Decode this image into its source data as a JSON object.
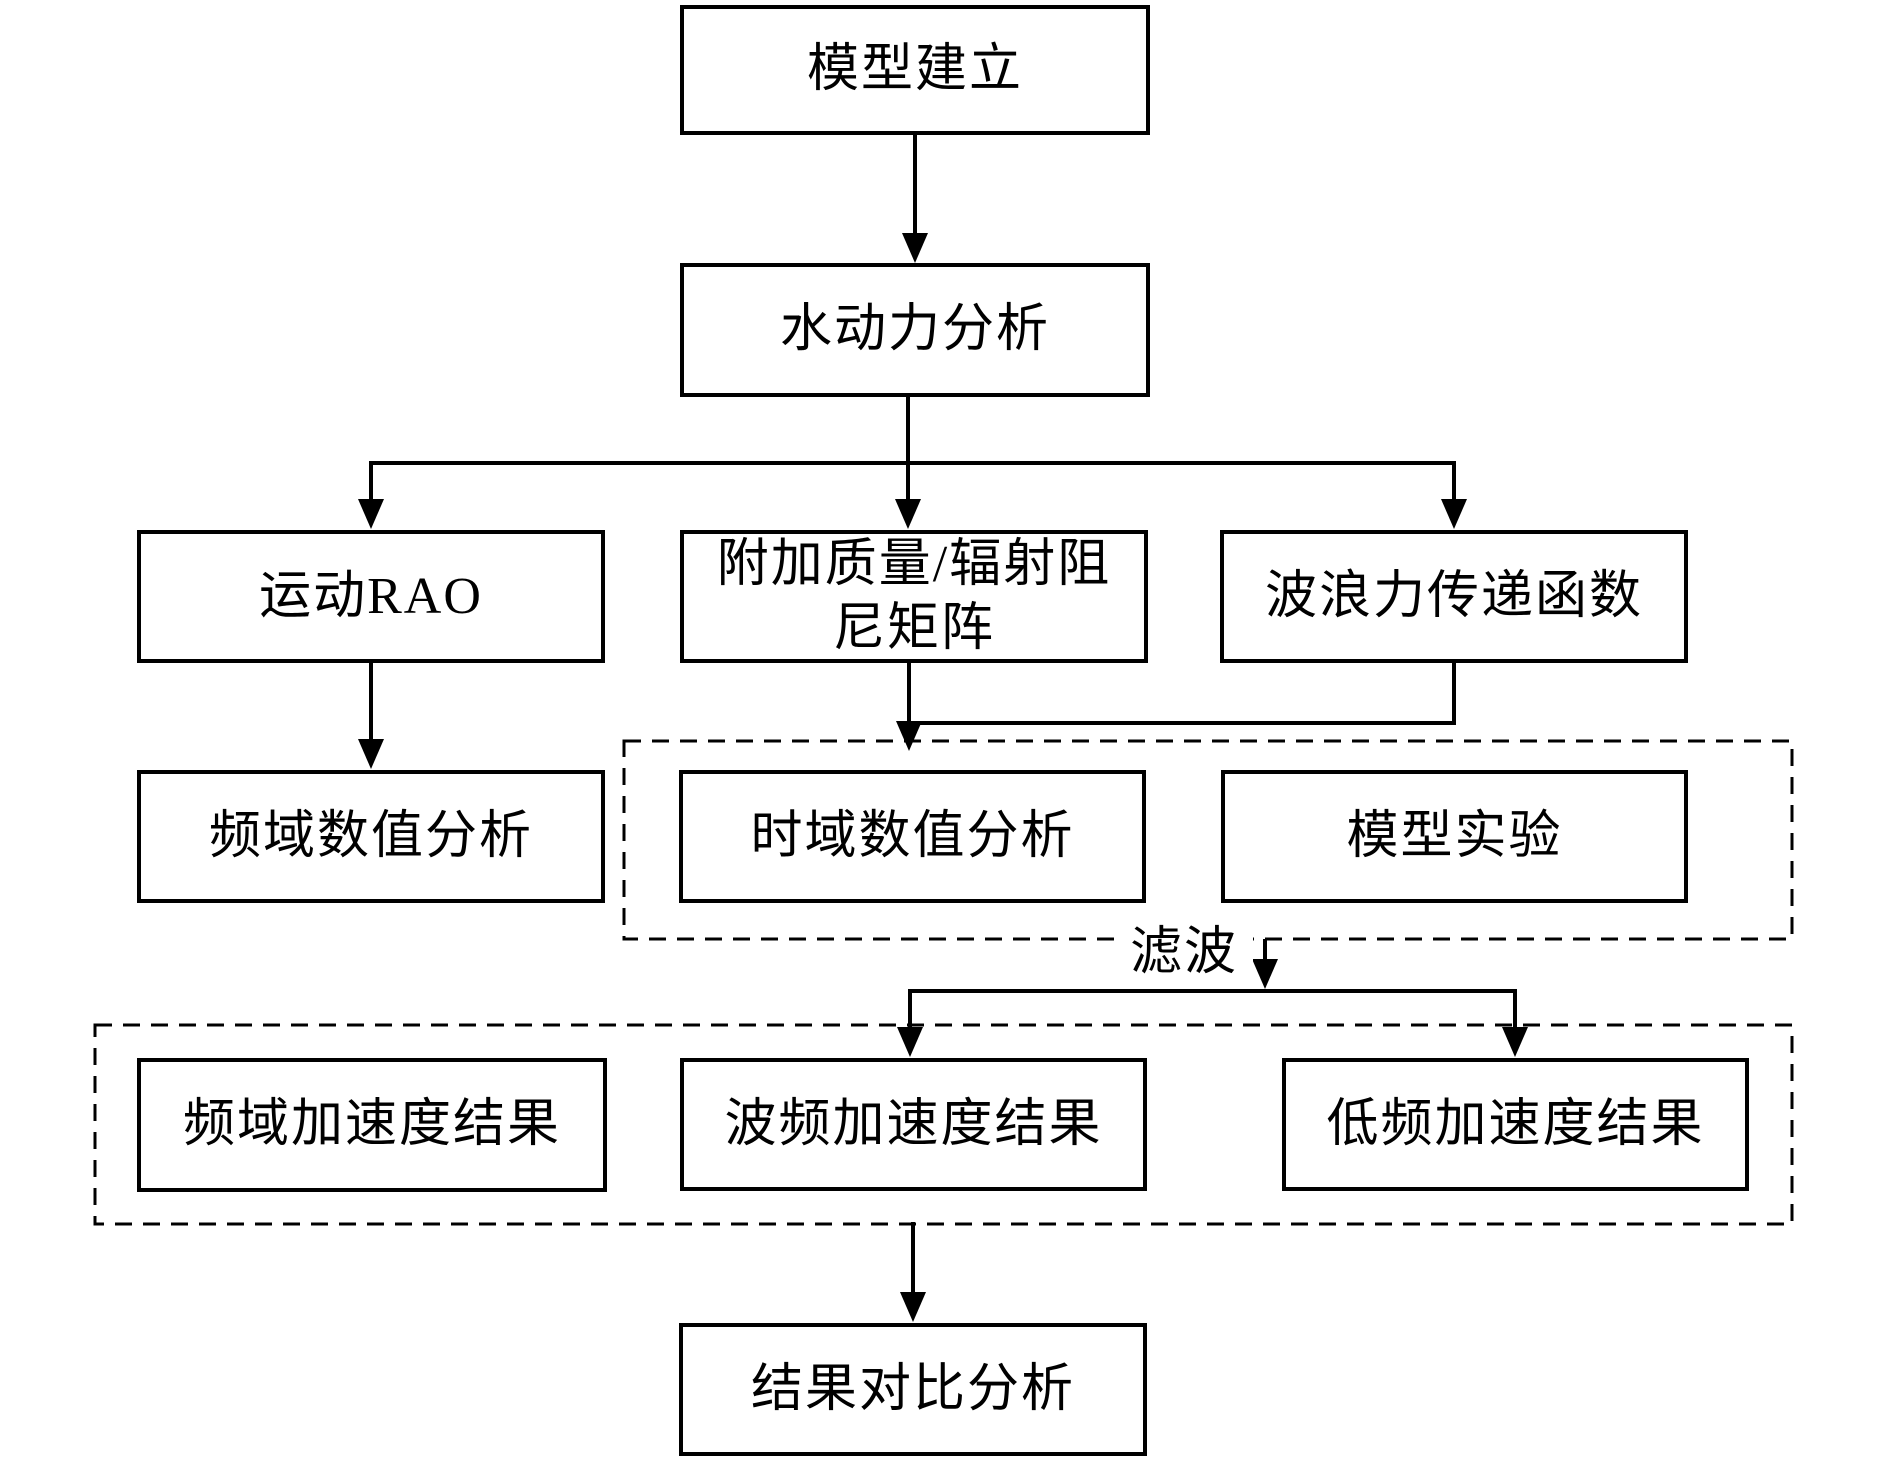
{
  "diagram": {
    "type": "flowchart",
    "nodes": {
      "model_building": {
        "label": "模型建立"
      },
      "hydro_analysis": {
        "label": "水动力分析"
      },
      "motion_rao": {
        "label": "运动RAO"
      },
      "added_mass": {
        "label": "附加质量/辐射阻尼矩阵",
        "line1": "附加质量/辐射阻",
        "line2": "尼矩阵"
      },
      "wave_force": {
        "label": "波浪力传递函数"
      },
      "freq_domain": {
        "label": "频域数值分析"
      },
      "time_domain": {
        "label": "时域数值分析"
      },
      "model_experiment": {
        "label": "模型实验"
      },
      "freq_accel": {
        "label": "频域加速度结果"
      },
      "wave_freq_accel": {
        "label": "波频加速度结果"
      },
      "low_freq_accel": {
        "label": "低频加速度结果"
      },
      "result_comparison": {
        "label": "结果对比分析"
      }
    },
    "annotations": {
      "filter_label": "滤波"
    },
    "groups": [
      {
        "id": "simulation_group",
        "style": "dashed-outline",
        "members": [
          "time_domain",
          "model_experiment"
        ]
      },
      {
        "id": "results_group",
        "style": "dashed-outline",
        "members": [
          "freq_accel",
          "wave_freq_accel",
          "low_freq_accel"
        ]
      }
    ],
    "edges": [
      {
        "from": "model_building",
        "to": "hydro_analysis"
      },
      {
        "from": "hydro_analysis",
        "to": "motion_rao"
      },
      {
        "from": "hydro_analysis",
        "to": "added_mass"
      },
      {
        "from": "hydro_analysis",
        "to": "wave_force"
      },
      {
        "from": "motion_rao",
        "to": "freq_domain"
      },
      {
        "from": "added_mass",
        "to": "time_domain"
      },
      {
        "from": "wave_force",
        "to": "time_domain"
      },
      {
        "from": "freq_domain",
        "to": "freq_accel"
      },
      {
        "from": "simulation_group",
        "to": "wave_freq_accel",
        "label": "滤波"
      },
      {
        "from": "simulation_group",
        "to": "low_freq_accel",
        "label": "滤波"
      },
      {
        "from": "results_group",
        "to": "result_comparison"
      }
    ],
    "colors": {
      "ink": "#000000",
      "background": "#ffffff"
    }
  }
}
